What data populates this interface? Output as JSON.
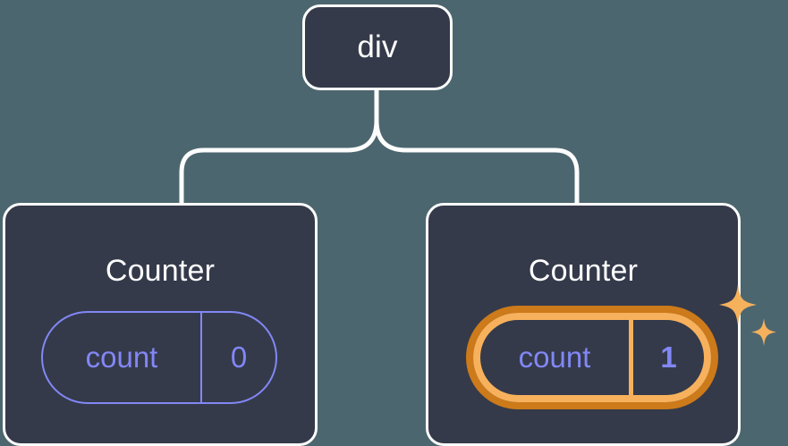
{
  "diagram": {
    "type": "component-tree",
    "background_color": "#4c666f",
    "node_fill_color": "#343a4a",
    "node_border_color": "#fdfdfd",
    "connector_color": "#fdfdfd",
    "state_color": "#8287f5",
    "highlight_outer_color": "#cc7a1a",
    "highlight_inner_color": "#f7b15c",
    "sparkle_color": "#f5b15c",
    "title_color": "#ffffff"
  },
  "root": {
    "label": "div"
  },
  "children": [
    {
      "label": "Counter",
      "state": {
        "key": "count",
        "value": "0"
      },
      "highlighted": false
    },
    {
      "label": "Counter",
      "state": {
        "key": "count",
        "value": "1"
      },
      "highlighted": true
    }
  ]
}
